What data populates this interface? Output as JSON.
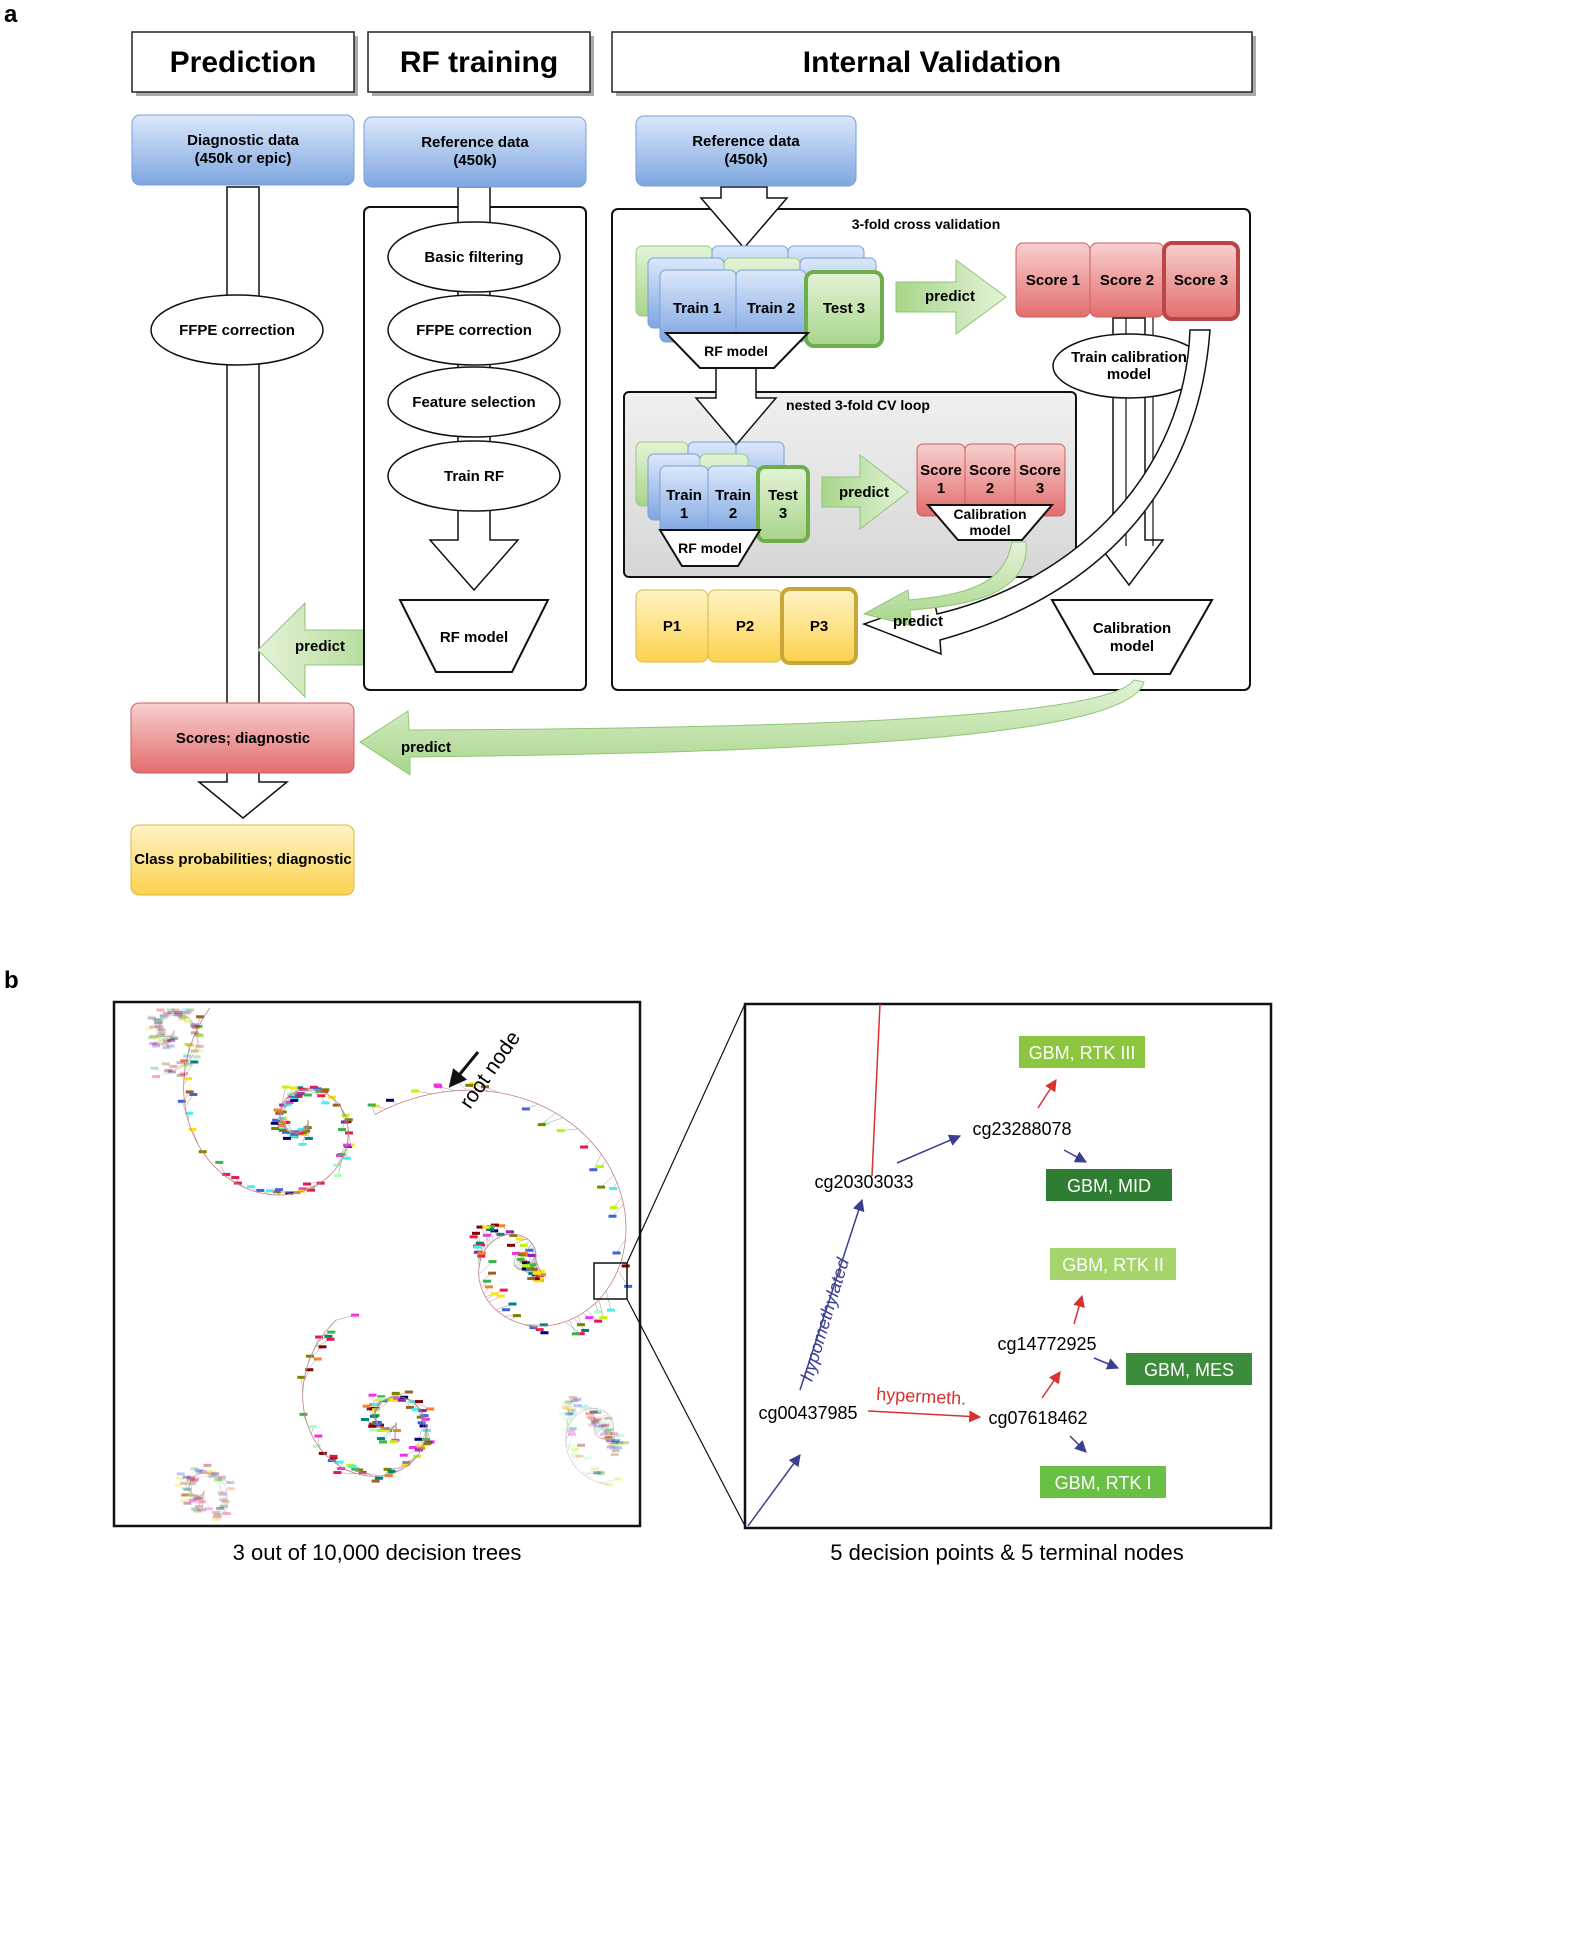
{
  "panel_a": {
    "letter": "a",
    "columns": {
      "prediction": "Prediction",
      "rf_training": "RF training",
      "internal_validation": "Internal Validation"
    },
    "prediction": {
      "diag_data_l1": "Diagnostic data",
      "diag_data_l2": "(450k or epic)",
      "ffpe": "FFPE correction",
      "predict": "predict",
      "scores": "Scores; diagnostic",
      "class_prob": "Class probabilities; diagnostic"
    },
    "rf_training": {
      "ref_l1": "Reference data",
      "ref_l2": "(450k)",
      "basic_filtering": "Basic filtering",
      "ffpe": "FFPE correction",
      "feature_selection": "Feature selection",
      "train_rf": "Train RF",
      "rf_model": "RF model"
    },
    "validation": {
      "ref_l1": "Reference data",
      "ref_l2": "(450k)",
      "cv_title": "3-fold cross validation",
      "train1": "Train 1",
      "train2": "Train 2",
      "test3": "Test 3",
      "rf_model": "RF model",
      "predict1": "predict",
      "score1": "Score 1",
      "score2": "Score 2",
      "score3": "Score 3",
      "train_cal_l1": "Train calibration",
      "train_cal_l2": "model",
      "nested_title": "nested 3-fold CV loop",
      "n_train1_l1": "Train",
      "n_train1_l2": "1",
      "n_train2_l1": "Train",
      "n_train2_l2": "2",
      "n_test3_l1": "Test",
      "n_test3_l2": "3",
      "n_rf_model": "RF model",
      "n_predict": "predict",
      "n_score_l1": "Score",
      "n_score1_l2": "1",
      "n_score2_l2": "2",
      "n_score3_l2": "3",
      "n_cal_l1": "Calibration",
      "n_cal_l2": "model",
      "p1": "P1",
      "p2": "P2",
      "p3": "P3",
      "predict_p": "predict",
      "cal_l1": "Calibration",
      "cal_l2": "model",
      "predict_final": "predict"
    }
  },
  "panel_b": {
    "letter": "b",
    "root_node": "root node",
    "caption_left": "3 out of 10,000 decision trees",
    "caption_right": "5 decision points & 5 terminal nodes",
    "cpg": {
      "n1": "cg20303033",
      "n2": "cg23288078",
      "n3": "cg14772925",
      "n4": "cg00437985",
      "n5": "cg07618462"
    },
    "terminals": {
      "rtk3": "GBM, RTK III",
      "mid": "GBM, MID",
      "rtk2": "GBM, RTK II",
      "mes": "GBM, MES",
      "rtk1": "GBM, RTK I"
    },
    "edges": {
      "hypo": "hypomethylated",
      "hyper": "hypermeth."
    },
    "colors": {
      "hypo_arrow": "#3b3f8f",
      "hyper_arrow": "#d93030",
      "rtk3": "#8cc63f",
      "mid": "#2e7d32",
      "rtk2": "#a5d46a",
      "mes": "#3d8b3d",
      "rtk1": "#6abf45"
    }
  }
}
